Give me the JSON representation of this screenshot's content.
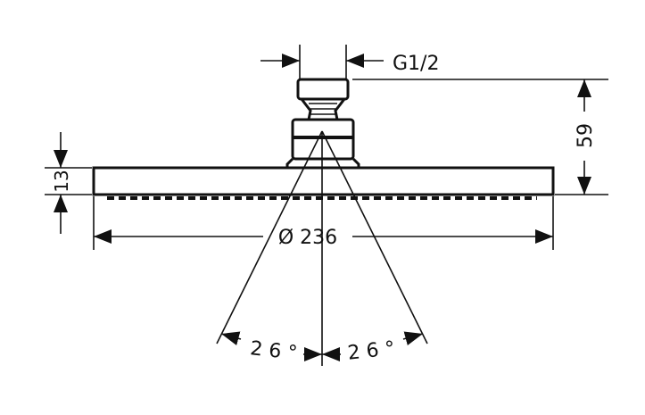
{
  "drawing": {
    "thread_label": "G1/2",
    "height_label": "59",
    "thickness_label": "13",
    "diameter_label": "Ø 236",
    "angle_left_label": "2 6 °",
    "angle_right_label": "2 6 °"
  },
  "colors": {
    "line": "#111111",
    "background": "#ffffff"
  }
}
